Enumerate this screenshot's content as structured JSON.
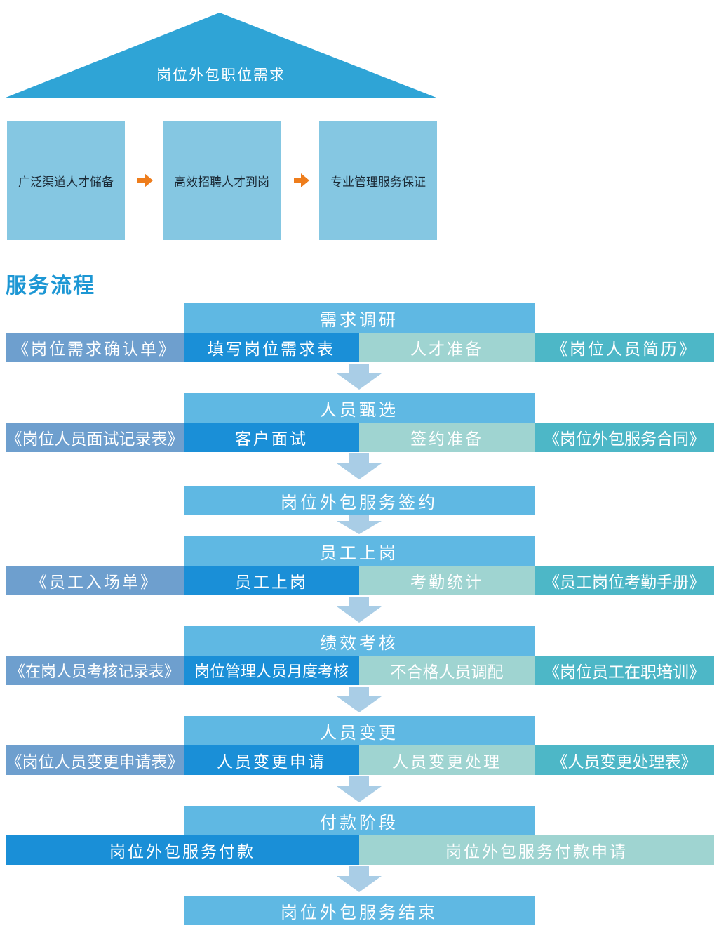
{
  "house": {
    "roof": "岗位外包职位需求",
    "pillars": [
      "广泛渠道人才储备",
      "高效招聘人才到岗",
      "专业管理服务保证"
    ]
  },
  "section_title": "服务流程",
  "flow": {
    "s1": {
      "header": "需求调研",
      "doc_left": "《岗位需求确认单》",
      "act_left": "填写岗位需求表",
      "act_right": "人才准备",
      "doc_right": "《岗位人员简历》"
    },
    "s2": {
      "header": "人员甄选",
      "doc_left": "《岗位人员面试记录表》",
      "act_left": "客户面试",
      "act_right": "签约准备",
      "doc_right": "《岗位外包服务合同》"
    },
    "s3": {
      "header": "岗位外包服务签约"
    },
    "s4": {
      "header": "员工上岗",
      "doc_left": "《员工入场单》",
      "act_left": "员工上岗",
      "act_right": "考勤统计",
      "doc_right": "《员工岗位考勤手册》"
    },
    "s5": {
      "header": "绩效考核",
      "doc_left": "《在岗人员考核记录表》",
      "act_left": "岗位管理人员月度考核",
      "act_right": "不合格人员调配",
      "doc_right": "《岗位员工在职培训》"
    },
    "s6": {
      "header": "人员变更",
      "doc_left": "《岗位人员变更申请表》",
      "act_left": "人员变更申请",
      "act_right": "人员变更处理",
      "doc_right": "《人员变更处理表》"
    },
    "s7": {
      "header": "付款阶段",
      "act_left": "岗位外包服务付款",
      "act_right": "岗位外包服务付款申请"
    },
    "s8": {
      "header": "岗位外包服务结束"
    }
  },
  "colors": {
    "roof": "#2fa4d6",
    "pillar": "#85c7e2",
    "header": "#5fb8e3",
    "doc_left": "#6e9fce",
    "doc_right": "#4db7c7",
    "act_left": "#1a8fd7",
    "act_right": "#9fd4d1",
    "down_arrow": "#a9cde6",
    "side_arrow": "#ee7d1c",
    "title": "#1d97d4"
  },
  "icons": [
    "arrow-right-icon",
    "arrow-down-icon"
  ]
}
